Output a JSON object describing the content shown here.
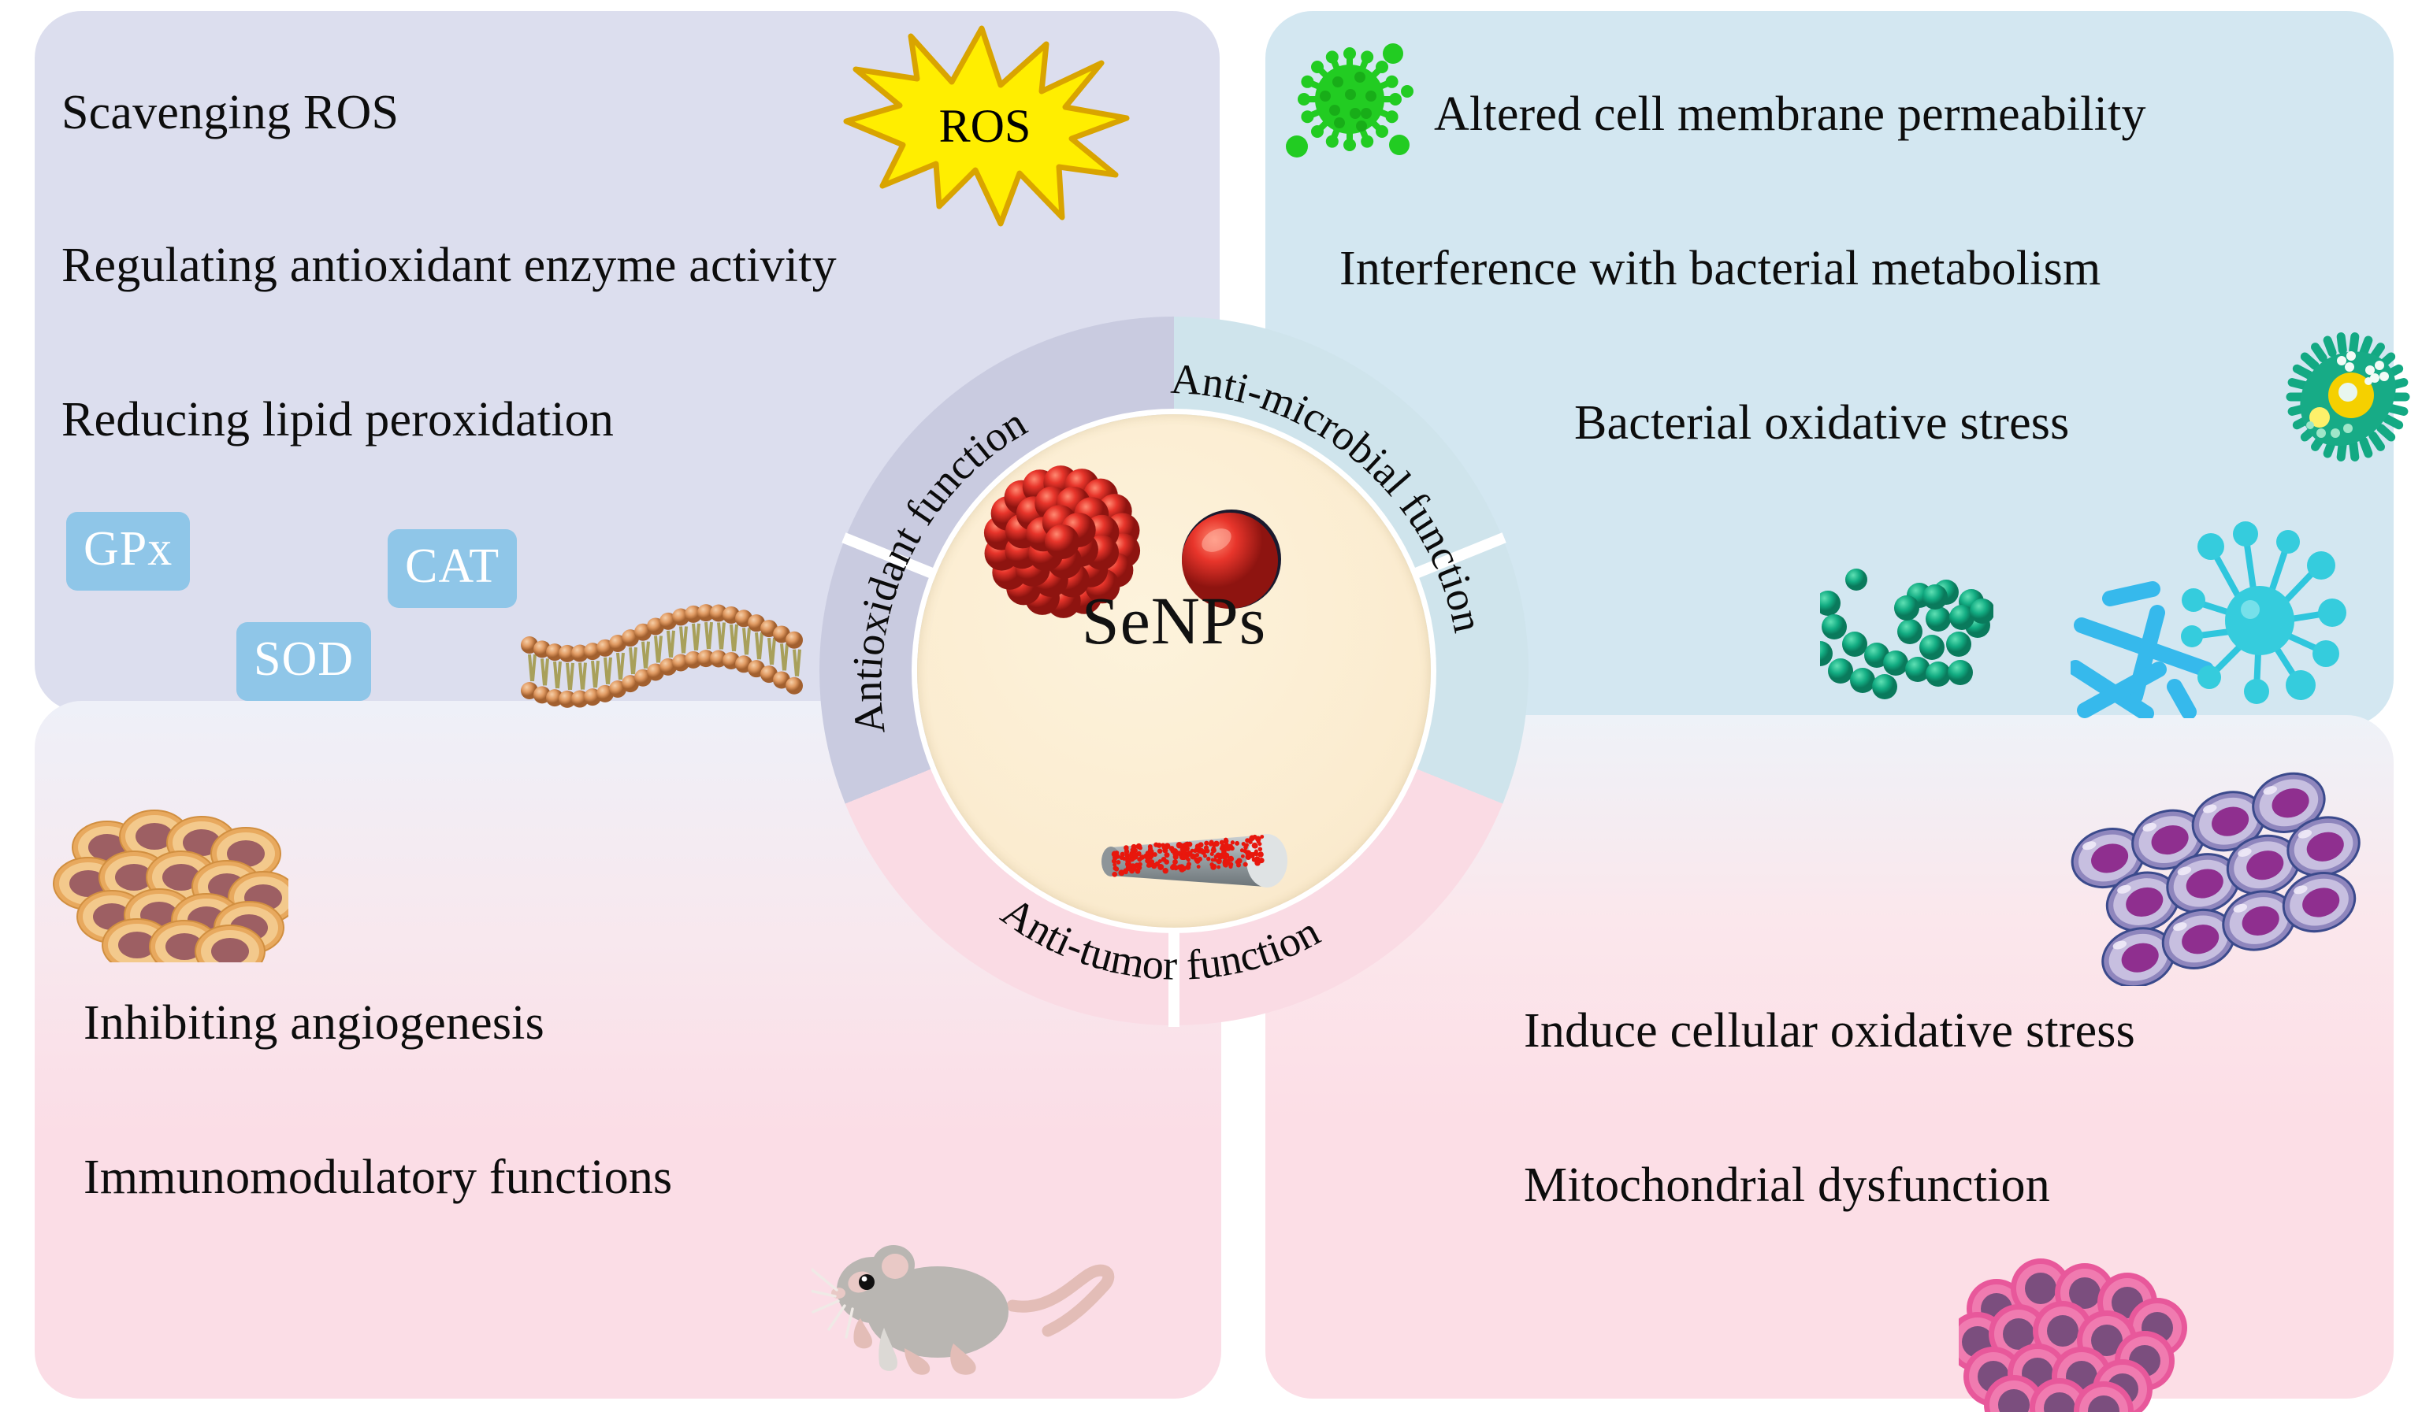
{
  "figure": {
    "center_label": "SeNPs"
  },
  "ring": {
    "segments": [
      {
        "key": "antioxidant",
        "label": "Antioxidant function",
        "color": "#c9cbe0"
      },
      {
        "key": "antimicrobial",
        "label": "Anti-microbial function",
        "color": "#cfe4ec"
      },
      {
        "key": "antitumor",
        "label": "Anti-tumor function",
        "color": "#fadbe4"
      }
    ]
  },
  "quadrants": {
    "antioxidant": {
      "background": "#dcdeee",
      "lines": [
        "Scavenging ROS",
        "Regulating antioxidant enzyme activity",
        "Reducing lipid peroxidation"
      ],
      "badges": [
        "GPx",
        "CAT",
        "SOD"
      ],
      "badge_color": "#8fc6e8",
      "burst_label": "ROS",
      "burst_fill": "#ffee00",
      "burst_stroke": "#d9a400"
    },
    "antimicrobial": {
      "background": "#d3e7f1",
      "lines": [
        "Altered cell membrane permeability",
        "Interference with bacterial metabolism",
        "Bacterial oxidative stress"
      ]
    },
    "antitumor_left": {
      "background": "#fbdde6",
      "lines": [
        "Inhibiting angiogenesis",
        "Immunomodulatory functions"
      ]
    },
    "antitumor_right": {
      "background": "#fcdee6",
      "lines": [
        "Induce cellular oxidative stress",
        "Mitochondrial dysfunction"
      ]
    }
  },
  "artwork": {
    "ros_starburst": "ros-starburst-icon",
    "green_virus": "green-virus-icon",
    "teal_protozoan": "teal-protozoan-icon",
    "green_cocci": "green-cocci-cluster-icon",
    "cyan_rods": "cyan-rod-bacteria-icon",
    "cyan_virus": "cyan-virus-icon",
    "lipid_bilayer": "lipid-bilayer-icon",
    "tan_cell_cluster": "tan-cell-cluster-icon",
    "mouse": "laboratory-mouse-icon",
    "purple_cell_sheet": "purple-epithelial-sheet-icon",
    "pink_tumor_cluster": "pink-tumor-cell-cluster-icon",
    "senp_cluster": "selenium-nanoparticle-cluster-icon",
    "senp_sphere": "selenium-nanosphere-icon",
    "senp_nanorod": "selenium-nanorod-icon"
  }
}
